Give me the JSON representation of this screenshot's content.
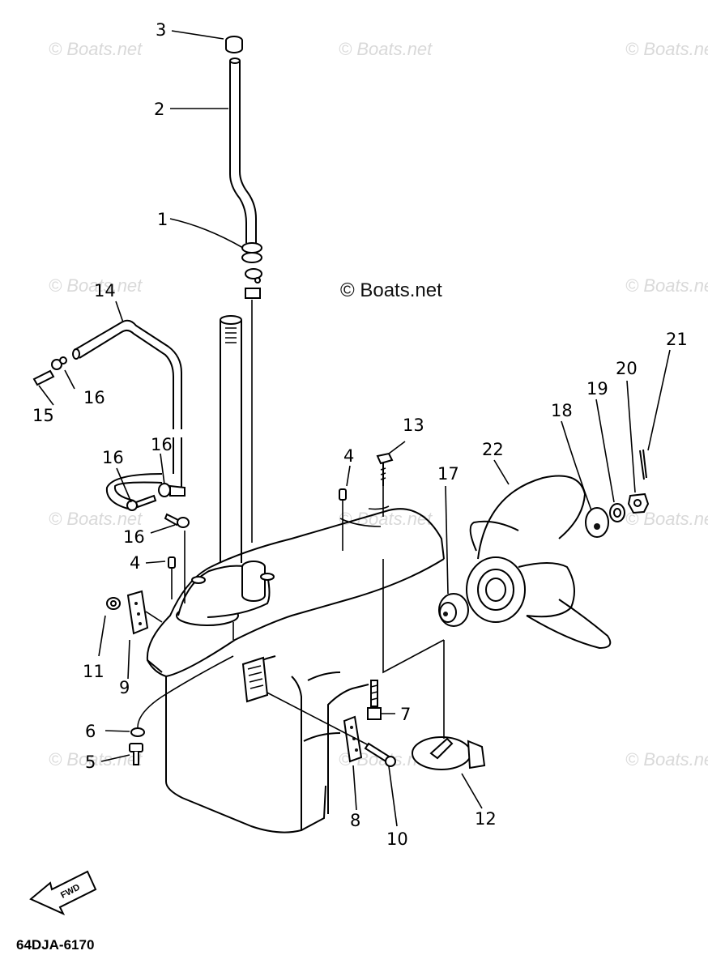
{
  "diagram": {
    "code": "64DJA-6170",
    "fwd_label": "FWD",
    "watermarks": [
      "© Boats.net",
      "© Boats.net",
      "© Boats.net",
      "© Boats.net",
      "© Boats.net",
      "© Boats.net",
      "© Boats.net",
      "© Boats.net",
      "© Boats.net",
      "© Boats.net",
      "© Boats.net"
    ],
    "center_watermark": "© Boats.net",
    "callouts": {
      "c1": "1",
      "c2": "2",
      "c3": "3",
      "c4a": "4",
      "c4b": "4",
      "c5": "5",
      "c6": "6",
      "c7": "7",
      "c8": "8",
      "c9": "9",
      "c10": "10",
      "c11": "11",
      "c12": "12",
      "c13": "13",
      "c14": "14",
      "c15": "15",
      "c16a": "16",
      "c16b": "16",
      "c16c": "16",
      "c16d": "16",
      "c17": "17",
      "c18": "18",
      "c19": "19",
      "c20": "20",
      "c21": "21",
      "c22": "22"
    }
  }
}
